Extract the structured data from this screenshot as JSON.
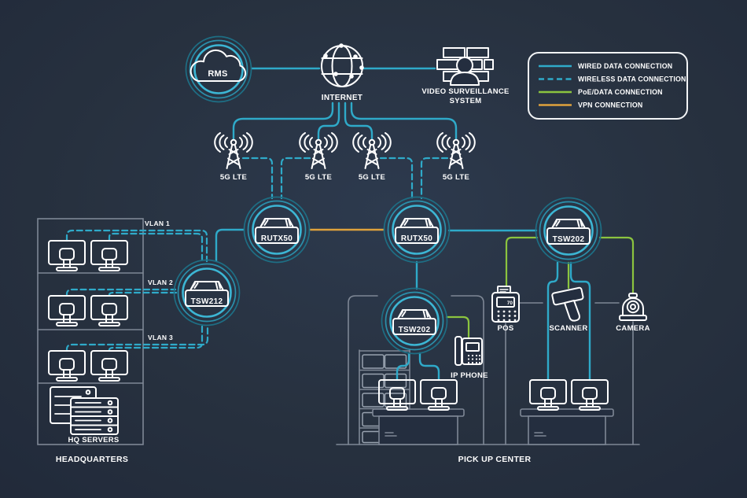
{
  "nodes": {
    "rms": {
      "label": "RMS"
    },
    "internet": {
      "label": "INTERNET"
    },
    "video_surveillance": {
      "line1": "VIDEO SURVEILLANCE",
      "line2": "SYSTEM"
    },
    "router_left": {
      "label": "RUTX50"
    },
    "router_right": {
      "label": "RUTX50"
    },
    "switch_hq": {
      "label": "TSW212"
    },
    "switch_pickup": {
      "label": "TSW202"
    },
    "switch_peripherals": {
      "label": "TSW202"
    },
    "hq_servers": {
      "label": "HQ SERVERS"
    },
    "pos": {
      "label": "POS",
      "display": "70"
    },
    "scanner": {
      "label": "SCANNER"
    },
    "camera": {
      "label": "CAMERA"
    },
    "ip_phone": {
      "label": "IP PHONE"
    }
  },
  "towers": [
    {
      "label": "5G LTE"
    },
    {
      "label": "5G LTE"
    },
    {
      "label": "5G LTE"
    },
    {
      "label": "5G LTE"
    }
  ],
  "vlans": [
    {
      "label": "VLAN 1"
    },
    {
      "label": "VLAN 2"
    },
    {
      "label": "VLAN 3"
    }
  ],
  "sections": {
    "headquarters": "HEADQUARTERS",
    "pick_up_center": "PICK UP CENTER"
  },
  "legend": {
    "items": [
      {
        "label": "WIRED DATA CONNECTION",
        "style": "solid",
        "color": "#2FAAC9"
      },
      {
        "label": "WIRELESS DATA CONNECTION",
        "style": "dashed",
        "color": "#2FAAC9"
      },
      {
        "label": "PoE/DATA CONNECTION",
        "style": "solid",
        "color": "#8BC43F"
      },
      {
        "label": "VPN CONNECTION",
        "style": "solid",
        "color": "#DFA23C"
      }
    ]
  },
  "colors": {
    "wired": "#2FAAC9",
    "wireless": "#2FAAC9",
    "poe": "#8BC43F",
    "vpn": "#DFA23C",
    "rings_bright": "#3CB6D4",
    "structure": "#7E8795",
    "text": "#FFFFFF",
    "background": "#222B3B"
  }
}
